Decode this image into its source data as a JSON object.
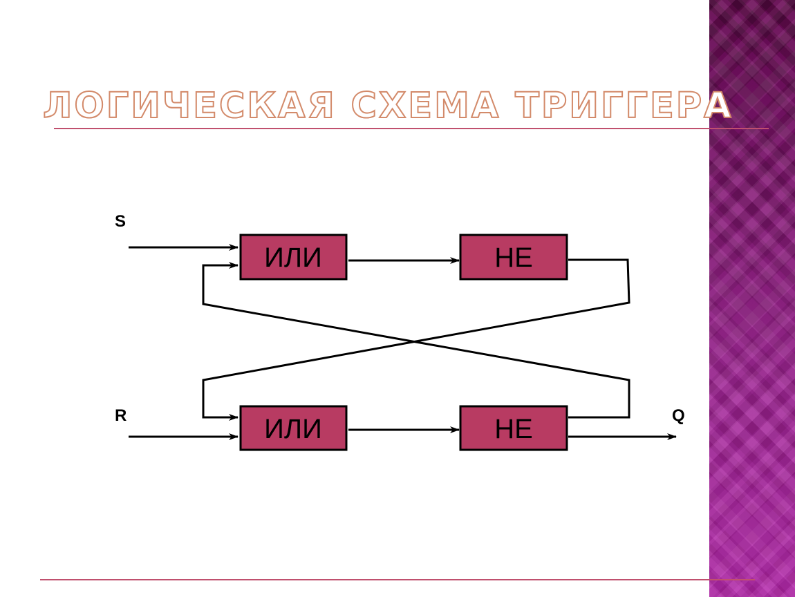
{
  "slide": {
    "title": "Логическая схема триггера"
  },
  "diagram": {
    "inputs": {
      "s": "S",
      "r": "R"
    },
    "output": {
      "q": "Q"
    },
    "gates": {
      "top_or": "ИЛИ",
      "top_not": "НЕ",
      "bottom_or": "ИЛИ",
      "bottom_not": "НЕ"
    },
    "colors": {
      "gate_fill": "#b83b62",
      "rule": "#c0506e",
      "title_outline": "#d38a6a"
    }
  }
}
